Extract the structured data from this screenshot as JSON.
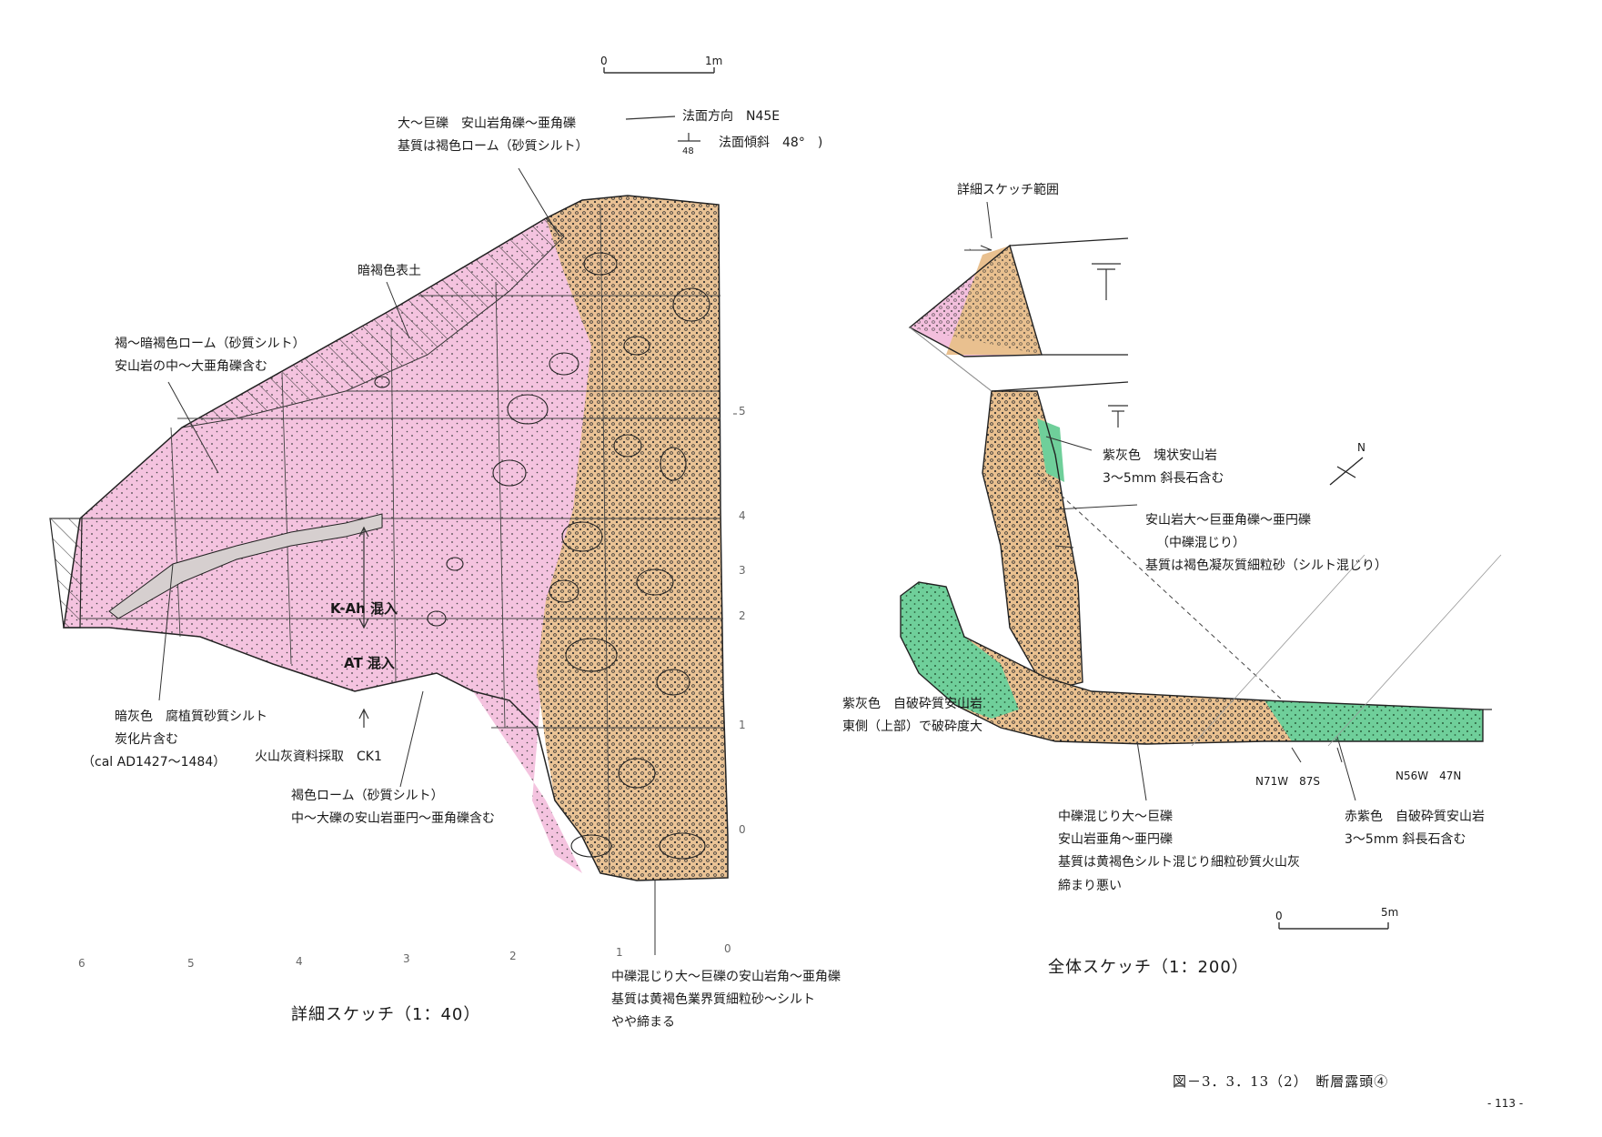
{
  "scale_bar_top": {
    "start": "0",
    "end": "1m"
  },
  "surface_legend": {
    "strike": "法面方向　N45E",
    "dip": "法面傾斜　48°　)",
    "dip_tick": "48"
  },
  "detail_labels": {
    "gravel_top": [
      "大～巨礫　安山岩角礫～亜角礫",
      "基質は褐色ローム（砂質シルト）"
    ],
    "topsoil": "暗褐色表土",
    "loam_dark": [
      "褐～暗褐色ローム（砂質シルト）",
      "安山岩の中～大亜角礫含む"
    ],
    "kah": "K-Ah 混入",
    "at": "AT 混入",
    "dark_gray": [
      "暗灰色　腐植質砂質シルト",
      "炭化片含む",
      "（cal AD1427～1484）"
    ],
    "ash_sample": "火山灰資料採取　CK1",
    "loam_brown": [
      "褐色ローム（砂質シルト）",
      "中～大礫の安山岩亜円～亜角礫含む"
    ],
    "gravel_bottom": [
      "中礫混じり大～巨礫の安山岩角～亜角礫",
      "基質は黄褐色業界質細粒砂～シルト",
      "やや締まる"
    ]
  },
  "grid_numbers_right": [
    "5",
    "4",
    "3",
    "2",
    "1",
    "0"
  ],
  "grid_numbers_bottom": [
    "6",
    "5",
    "4",
    "3",
    "2",
    "1",
    "0"
  ],
  "detail_title": "詳細スケッチ（1：40）",
  "overview_labels": {
    "detail_range": "詳細スケッチ範囲",
    "purple_gray": [
      "紫灰色　塊状安山岩",
      "3～5mm 斜長石含む"
    ],
    "andesite": [
      "安山岩大～巨亜角礫～亜円礫",
      "（中礫混じり）",
      "基質は褐色凝灰質細粒砂（シルト混じり）"
    ],
    "purple_brecciated": [
      "紫灰色　自破砕質安山岩",
      "東側（上部）で破砕度大"
    ],
    "n71w": "N71W　87S",
    "n56w": "N56W　47N",
    "gravel_mix": [
      "中礫混じり大～巨礫",
      "安山岩亜角～亜円礫",
      "基質は黄褐色シルト混じり細粒砂質火山灰",
      "締まり悪い"
    ],
    "red_purple": [
      "赤紫色　自破砕質安山岩",
      "3～5mm 斜長石含む"
    ],
    "north": "N",
    "scale": {
      "start": "0",
      "end": "5m"
    }
  },
  "overview_title": "全体スケッチ（1：200）",
  "figure_caption": "図－3．3．13（2）　断層露頭④",
  "page_number": "- 113 -",
  "colors": {
    "pink": "#f2b8d9",
    "orange": "#e9c08f",
    "green": "#6fcf9a",
    "ink": "#222222"
  }
}
